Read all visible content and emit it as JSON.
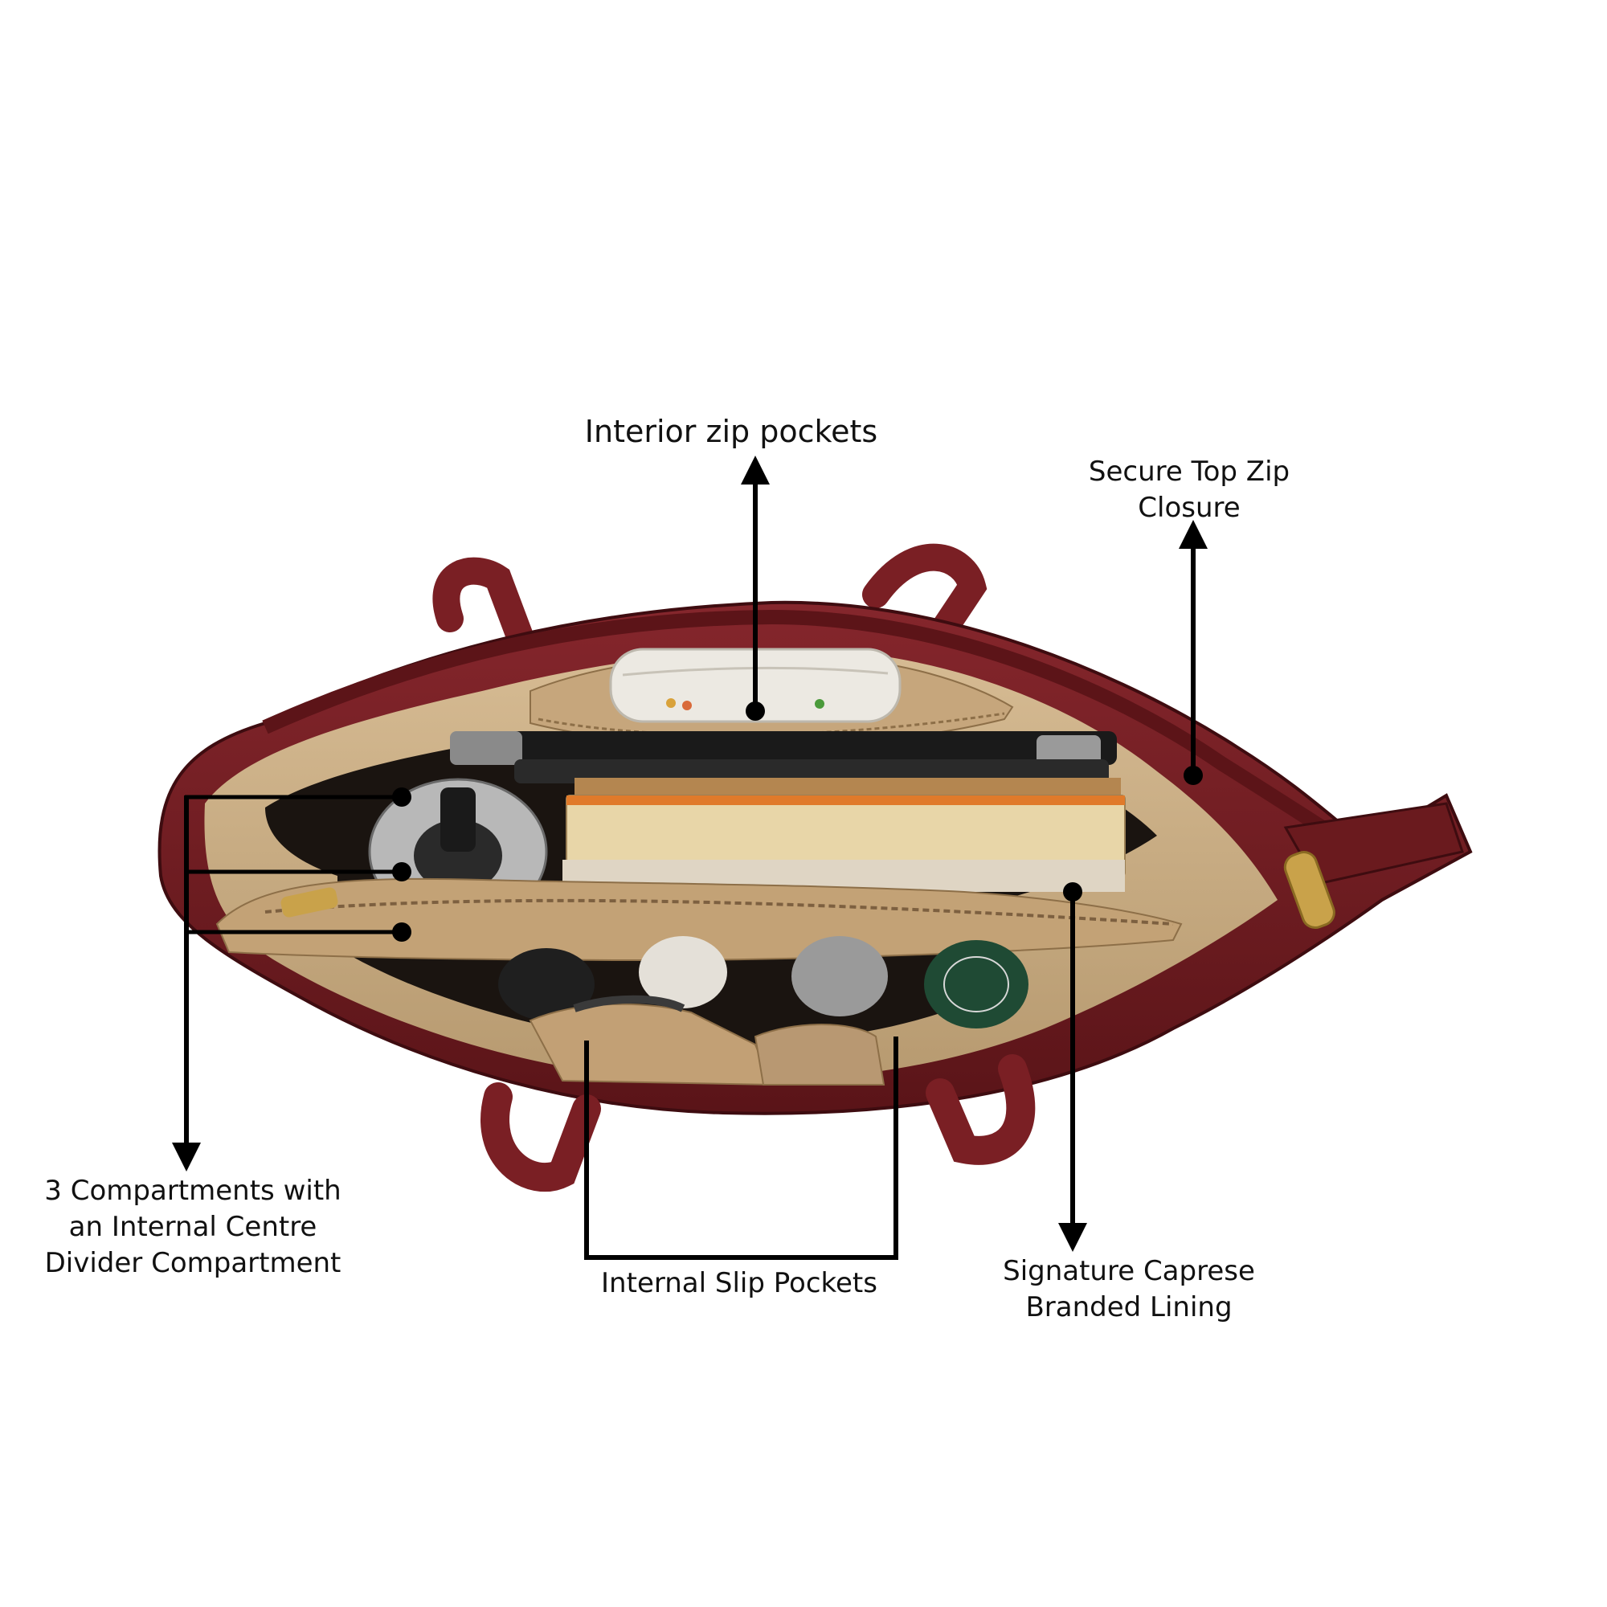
{
  "colors": {
    "leather": "#6e1a1f",
    "leather_dark": "#4a0f13",
    "leather_light": "#8a2a2f",
    "lining": "#c9ab82",
    "lining_dark": "#a88a62",
    "interior_shadow": "#1a1410",
    "gold": "#c9a24a",
    "book_pages": "#e8d6a8",
    "book_orange": "#e07a2a",
    "steel": "#b8b8b8",
    "annotation": "#000000"
  },
  "annotations": {
    "interior_zip_pockets": [
      "Interior zip pockets"
    ],
    "secure_top_zip": [
      "Secure Top Zip",
      "Closure"
    ],
    "compartments": [
      "3 Compartments with",
      "an Internal Centre",
      "Divider Compartment"
    ],
    "slip_pockets": [
      "Internal Slip Pockets"
    ],
    "branded_lining": [
      "Signature Caprese",
      "Branded Lining"
    ]
  },
  "icons": {
    "arrow_up": "arrow-up-icon",
    "arrow_down": "arrow-down-icon",
    "dot": "pointer-dot-icon"
  }
}
